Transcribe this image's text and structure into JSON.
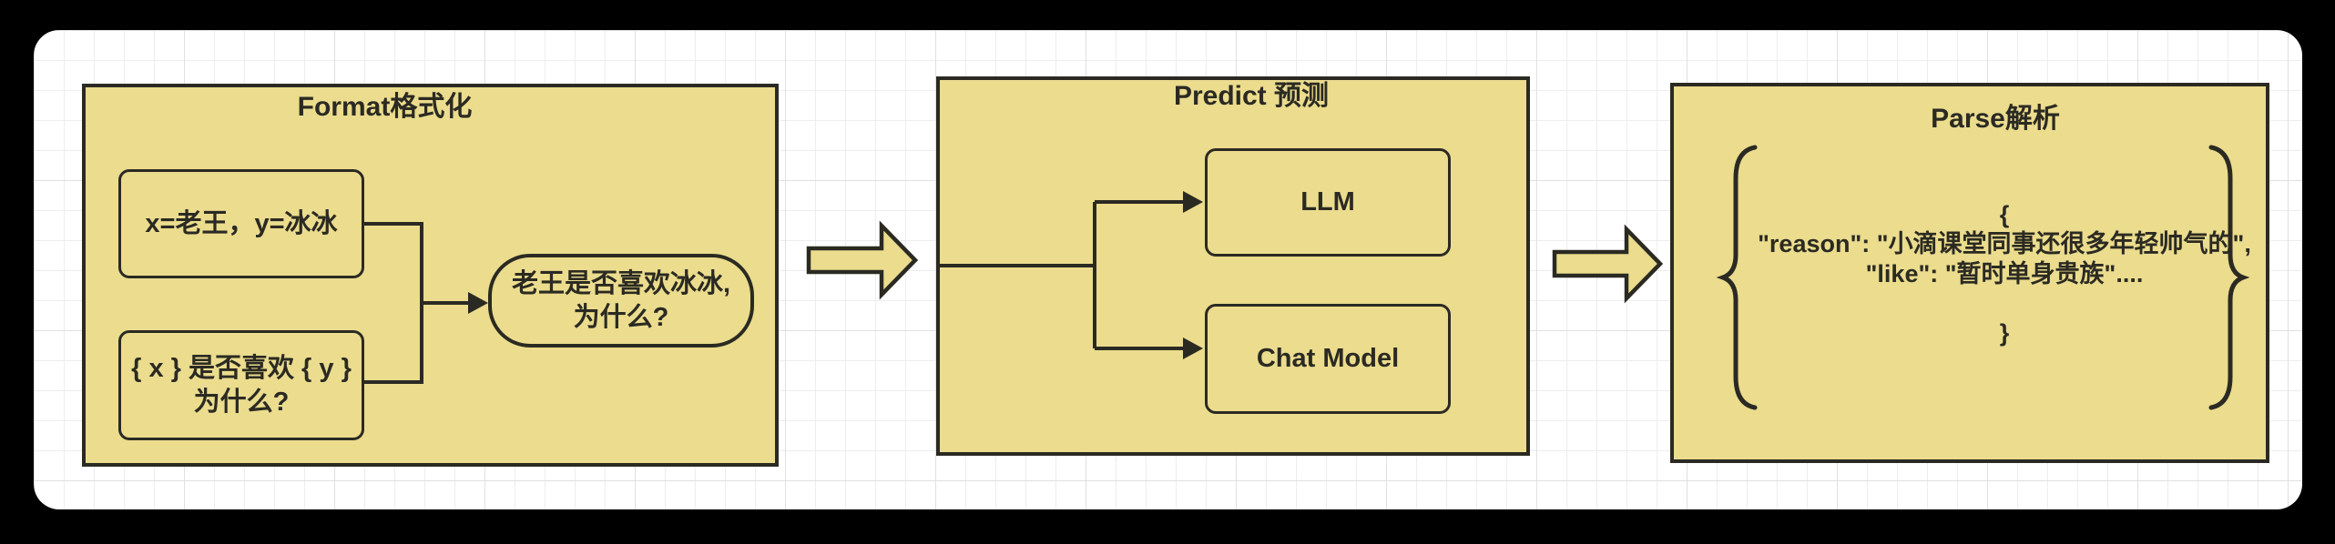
{
  "palette": {
    "shape_fill": "#ebdc8e",
    "shape_stroke": "#2b2a22",
    "canvas_background": "#ffffff",
    "grid_line": "#ededed",
    "frame_background": "#000000"
  },
  "stages": {
    "format": {
      "title": "Format格式化",
      "input1": "x=老王，y=冰冰",
      "input2_line1": "{ x } 是否喜欢 { y }",
      "input2_line2": "为什么?",
      "output_line1": "老王是否喜欢冰冰,",
      "output_line2": "为什么?"
    },
    "predict": {
      "title": "Predict 预测",
      "model1": "LLM",
      "model2": "Chat Model"
    },
    "parse": {
      "title": "Parse解析",
      "json_open": "{",
      "json_line1": "\"reason\": \"小滴课堂同事还很多年轻帅气的\",",
      "json_line2": "\"like\": \"暂时单身贵族\"....",
      "json_close": "}"
    }
  }
}
